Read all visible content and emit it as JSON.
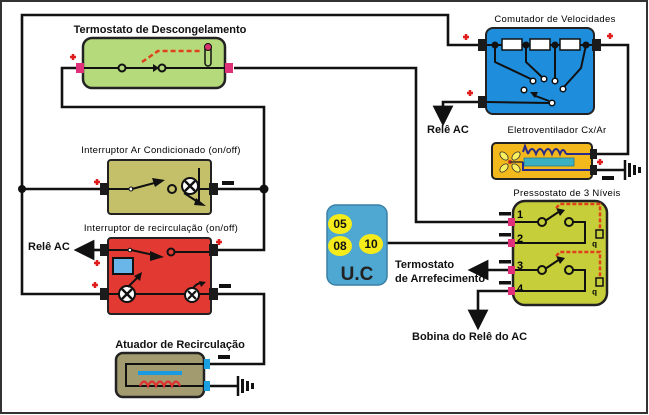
{
  "components": {
    "defrost_thermostat": {
      "label": "Termostato de Descongelamento"
    },
    "ac_switch": {
      "label": "Interruptor Ar Condicionado (on/off)"
    },
    "recirc_switch": {
      "label": "Interruptor de recirculação (on/off)"
    },
    "recirc_actuator": {
      "label": "Atuador de Recirculação"
    },
    "speed_switch": {
      "label": "Comutador de Velocidades"
    },
    "fan": {
      "label": "Eletroventilador Cx/Ar"
    },
    "pressure_switch": {
      "label": "Pressostato de 3 Níveis",
      "pins": [
        "1",
        "2",
        "3",
        "4"
      ],
      "sensor_letter": "b"
    },
    "control_unit": {
      "label": "U.C",
      "pins": [
        "05",
        "08",
        "10"
      ]
    }
  },
  "annotations": {
    "relay_ac_left": "Relê AC",
    "relay_ac_right": "Relê AC",
    "coolant_thermostat_line1": "Termostato",
    "coolant_thermostat_line2": "de Arrefecimento",
    "relay_coil": "Bobina do Relê do AC"
  },
  "colors": {
    "defrost_body": "#b5da7c",
    "ac_switch_body": "#c4c06a",
    "recirc_body": "#e23a33",
    "actuator_body": "#a39b70",
    "speed_body": "#1e8ddc",
    "fan_body": "#f3b81c",
    "pressure_body": "#c6cf3a",
    "uc_body": "#4ea8d2",
    "uc_pin": "#f5ea1a",
    "positive": "#e01b1b",
    "negative": "#111111",
    "connector_pink": "#e0307a",
    "connector_blue": "#1aa0e0"
  }
}
